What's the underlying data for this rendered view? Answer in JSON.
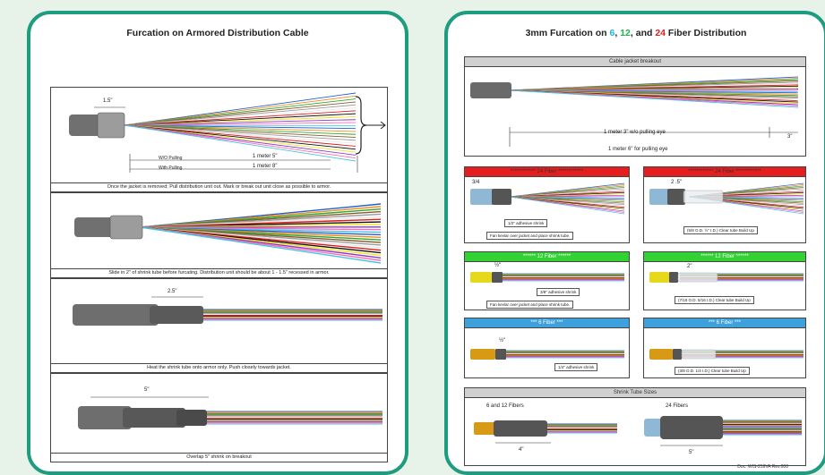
{
  "left_panel": {
    "title": "Furcation on Armored Distribution Cable",
    "step1": {
      "dim_label": "1.5\"",
      "wo_pulling_label": "W/O Pulling",
      "wo_pulling_value": "1 meter 5\"",
      "with_pulling_label": "With Pulling",
      "with_pulling_value": "1 meter 8\"",
      "caption": "Once the jacket is removed; Pull distribution unit out. Mark or break out unit close as possible to armor."
    },
    "step2": {
      "caption": "Slide in 2\" of shrink tube before furcating. Distribution unit should be about 1 - 1.5\" recessed in armor."
    },
    "step3": {
      "dim_label": "2.5\"",
      "caption": "Heat the shrink tube onto armor only. Push closely towards jacket."
    },
    "step4": {
      "dim_label": "5\"",
      "caption": "Overlap 5\" shrink on breakout"
    }
  },
  "right_panel": {
    "title_prefix": "3mm Furcation on ",
    "title_n1": "6",
    "title_sep1": ", ",
    "title_n2": "12",
    "title_sep2": ", and ",
    "title_n3": "24",
    "title_suffix": " Fiber Distribution",
    "breakout": {
      "header": "Cable jacket breakout",
      "dim1": "1 meter 3\" w/o pulling eye",
      "dim1b": "3\"",
      "dim2": "1 meter 6\" for pulling eye"
    },
    "fiber24_left": {
      "header": "************ 24 Fiber ************",
      "dim": "3/4",
      "label1": "1/2\" adhesive shrink",
      "label2": "Fan kevlar over jacket and place shrink tube."
    },
    "fiber24_right": {
      "header": "************ 24 Fiber ************",
      "dim": "2 .5\"",
      "label1": "(5/8 O.D. ½\" I.D.) Clear tube Build Up"
    },
    "fiber12_left": {
      "header": "****** 12 Fiber ******",
      "dim": "½\"",
      "label1": "3/8\" adhesive shrink",
      "label2": "Fan kevlar over jacket and place shrink tube."
    },
    "fiber12_right": {
      "header": "****** 12 Fiber ******",
      "dim": "2\"",
      "label1": "(7/16 O.D. 5/16 I.D.) Clear tube Build Up"
    },
    "fiber6_left": {
      "header": "*** 6 Fiber ***",
      "dim": "½\"",
      "label1": "1/4\" adhesive shrink"
    },
    "fiber6_right": {
      "header": "*** 6 Fiber ***",
      "label1": "(3/8 O.D. 1/4 I.D.) Clear tube Build Up"
    },
    "shrink_sizes": {
      "header": "Shrink Tube Sizes",
      "left_label": "6 and 12 Fibers",
      "left_dim": "4\"",
      "right_label": "24 Fibers",
      "right_dim": "5\""
    },
    "doc_number": "Doc. WIS-259VA Rev.000"
  },
  "fiber_colors": [
    "#1f5fd6",
    "#f08a1c",
    "#2aa832",
    "#8a5a2b",
    "#9a9a9a",
    "#e8e8e8",
    "#e01b1b",
    "#111111",
    "#f2e31b",
    "#8e3bd1",
    "#ff69b4",
    "#3ec7e6"
  ]
}
